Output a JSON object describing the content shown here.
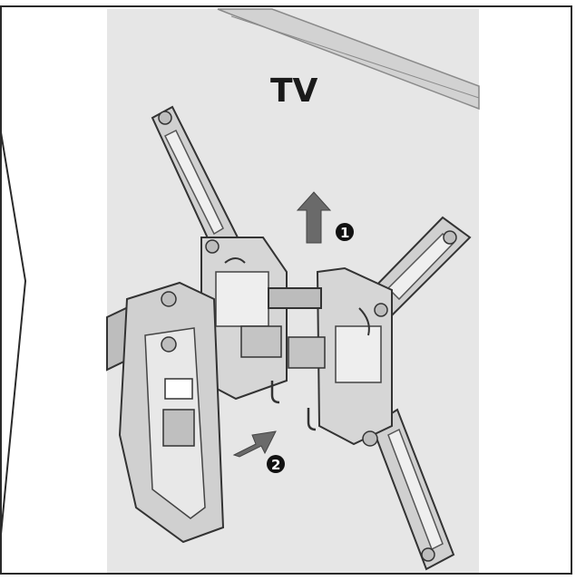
{
  "labels": {
    "tv": "TV",
    "step1": "1",
    "step2": "2"
  },
  "colors": {
    "panel": "#e4e4e4",
    "metal": "#cfcfcf",
    "metal_dark": "#9a9a9a",
    "outline": "#3a3a3a",
    "arrow": "#5a5a5a",
    "badge": "#111111"
  }
}
